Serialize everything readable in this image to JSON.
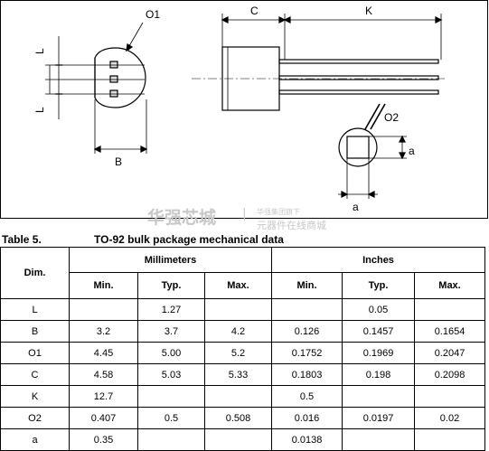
{
  "drawing": {
    "labels": {
      "o1": "O1",
      "c": "C",
      "k": "K",
      "l_top": "L",
      "l_bottom": "L",
      "b": "B",
      "o2": "O2",
      "a_right": "a",
      "a_bottom": "a"
    }
  },
  "watermark": {
    "main": "华强芯城",
    "sub_top": "华强集团旗下",
    "sub_bottom": "元器件在线商城"
  },
  "table": {
    "caption_number": "Table 5.",
    "caption_title": "TO-92 bulk package mechanical data",
    "dim_header": "Dim.",
    "group_mm": "Millimeters",
    "group_in": "Inches",
    "col_min": "Min.",
    "col_typ": "Typ.",
    "col_max": "Max.",
    "rows": [
      {
        "dim": "L",
        "mm_min": "",
        "mm_typ": "1.27",
        "mm_max": "",
        "in_min": "",
        "in_typ": "0.05",
        "in_max": ""
      },
      {
        "dim": "B",
        "mm_min": "3.2",
        "mm_typ": "3.7",
        "mm_max": "4.2",
        "in_min": "0.126",
        "in_typ": "0.1457",
        "in_max": "0.1654"
      },
      {
        "dim": "O1",
        "mm_min": "4.45",
        "mm_typ": "5.00",
        "mm_max": "5.2",
        "in_min": "0.1752",
        "in_typ": "0.1969",
        "in_max": "0.2047"
      },
      {
        "dim": "C",
        "mm_min": "4.58",
        "mm_typ": "5.03",
        "mm_max": "5.33",
        "in_min": "0.1803",
        "in_typ": "0.198",
        "in_max": "0.2098"
      },
      {
        "dim": "K",
        "mm_min": "12.7",
        "mm_typ": "",
        "mm_max": "",
        "in_min": "0.5",
        "in_typ": "",
        "in_max": ""
      },
      {
        "dim": "O2",
        "mm_min": "0.407",
        "mm_typ": "0.5",
        "mm_max": "0.508",
        "in_min": "0.016",
        "in_typ": "0.0197",
        "in_max": "0.02"
      },
      {
        "dim": "a",
        "mm_min": "0.35",
        "mm_typ": "",
        "mm_max": "",
        "in_min": "0.0138",
        "in_typ": "",
        "in_max": ""
      }
    ]
  }
}
